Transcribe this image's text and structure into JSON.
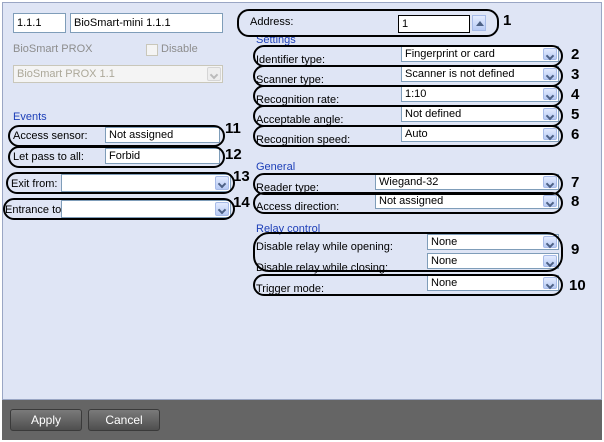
{
  "object": {
    "id": "1.1.1",
    "name": "BioSmart-mini 1.1.1",
    "parent_label": "BioSmart PROX",
    "disable_label": "Disable",
    "parent_value": "BioSmart PROX 1.1"
  },
  "address": {
    "label": "Address:",
    "value": "1"
  },
  "settings": {
    "title": "Settings",
    "identifier_type": {
      "label": "Identifier type:",
      "value": "Fingerprint or card"
    },
    "scanner_type": {
      "label": "Scanner type:",
      "value": "Scanner is not defined"
    },
    "recognition_rate": {
      "label": "Recognition rate:",
      "value": "1:10"
    },
    "acceptable_angle": {
      "label": "Acceptable angle:",
      "value": "Not defined"
    },
    "recognition_speed": {
      "label": "Recognition speed:",
      "value": "Auto"
    }
  },
  "general": {
    "title": "General",
    "reader_type": {
      "label": "Reader type:",
      "value": "Wiegand-32"
    },
    "access_direction": {
      "label": "Access direction:",
      "value": "Not assigned"
    }
  },
  "relay": {
    "title": "Relay control",
    "disable_opening": {
      "label": "Disable relay while opening:",
      "value": "None"
    },
    "disable_closing": {
      "label": "Disable relay while closing:",
      "value": "None"
    },
    "trigger_mode": {
      "label": "Trigger mode:",
      "value": "None"
    }
  },
  "events": {
    "title": "Events",
    "access_sensor": {
      "label": "Access sensor:",
      "value": "Not assigned"
    },
    "let_pass": {
      "label": "Let pass to all:",
      "value": "Forbid"
    },
    "exit_from": {
      "label": "Exit from:",
      "value": ""
    },
    "entrance_to": {
      "label": "Entrance to:",
      "value": ""
    }
  },
  "callouts": [
    "1",
    "2",
    "3",
    "4",
    "5",
    "6",
    "7",
    "8",
    "9",
    "10",
    "11",
    "12",
    "13",
    "14"
  ],
  "buttons": {
    "apply": "Apply",
    "cancel": "Cancel"
  },
  "colors": {
    "panel": "#dfe5f5",
    "section_title": "#1d3fb8",
    "footer": "#656565"
  }
}
